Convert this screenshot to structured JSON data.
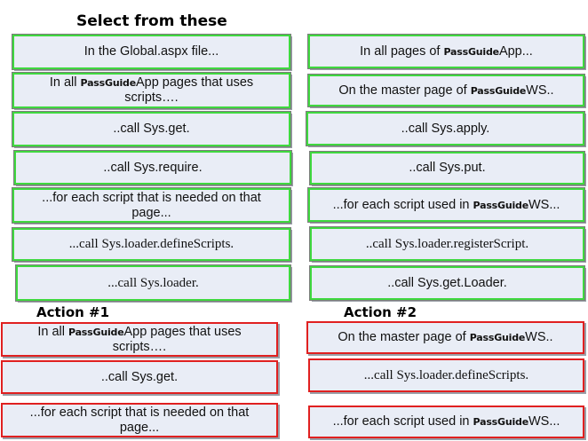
{
  "header": {
    "title": "Select from these"
  },
  "choices_left": [
    {
      "parts": [
        "In the Global.aspx file..."
      ]
    },
    {
      "parts": [
        "In all ",
        "PassGuide",
        "App pages that uses scripts…."
      ]
    },
    {
      "parts": [
        "..call Sys.get."
      ]
    },
    {
      "parts": [
        "..call Sys.require."
      ]
    },
    {
      "parts": [
        "...for each script that is needed on that page..."
      ]
    },
    {
      "parts": [
        "...call Sys.loader.defineScripts."
      ]
    },
    {
      "parts": [
        "...call Sys.loader."
      ]
    }
  ],
  "choices_right": [
    {
      "parts": [
        "In all pages of ",
        "PassGuide",
        "App..."
      ]
    },
    {
      "parts": [
        "On the master page of ",
        "PassGuide",
        "WS.."
      ]
    },
    {
      "parts": [
        "..call Sys.apply."
      ]
    },
    {
      "parts": [
        "..call Sys.put."
      ]
    },
    {
      "parts": [
        "...for each script used in ",
        "PassGuide",
        "WS..."
      ]
    },
    {
      "parts": [
        "..call Sys.loader.registerScript."
      ]
    },
    {
      "parts": [
        "..call Sys.get.Loader."
      ]
    }
  ],
  "action1": {
    "label": "Action #1",
    "items": [
      {
        "parts": [
          "In all ",
          "PassGuide",
          "App pages that uses scripts…."
        ]
      },
      {
        "parts": [
          "..call Sys.get."
        ]
      },
      {
        "parts": [
          "...for each script that is needed on that page..."
        ]
      }
    ]
  },
  "action2": {
    "label": "Action #2",
    "items": [
      {
        "parts": [
          "On the master page of ",
          "PassGuide",
          "WS.."
        ]
      },
      {
        "parts": [
          "...call Sys.loader.defineScripts."
        ]
      },
      {
        "parts": [
          "...for each script used in ",
          "PassGuide",
          "WS..."
        ]
      }
    ]
  }
}
